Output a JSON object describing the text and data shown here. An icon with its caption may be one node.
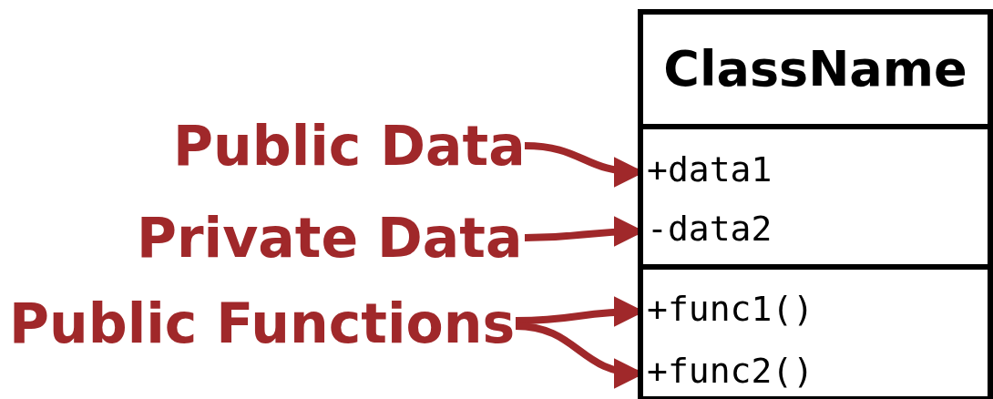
{
  "diagram": {
    "nodes": [
      {
        "text": [
          "ClassName"
        ]
      },
      {
        "text": [
          "+data1"
        ],
        "in": 0
      },
      {
        "text": [
          "-data2"
        ],
        "in": 0
      },
      {
        "text": [
          "+func1()"
        ],
        "in": 0
      },
      {
        "text": [
          "+func2()"
        ],
        "in": 0
      },
      {
        "text": [
          "Public Data"
        ]
      },
      {
        "text": [
          "Private Data"
        ]
      },
      {
        "text": [
          "Public Functions"
        ]
      }
    ],
    "edges": [
      {
        "from": 5,
        "to": 1,
        "arrow": "to"
      },
      {
        "from": 6,
        "to": 2,
        "arrow": "to"
      },
      {
        "from": 7,
        "to": 3,
        "arrow": "to"
      },
      {
        "from": 7,
        "to": 4,
        "arrow": "to"
      }
    ]
  }
}
